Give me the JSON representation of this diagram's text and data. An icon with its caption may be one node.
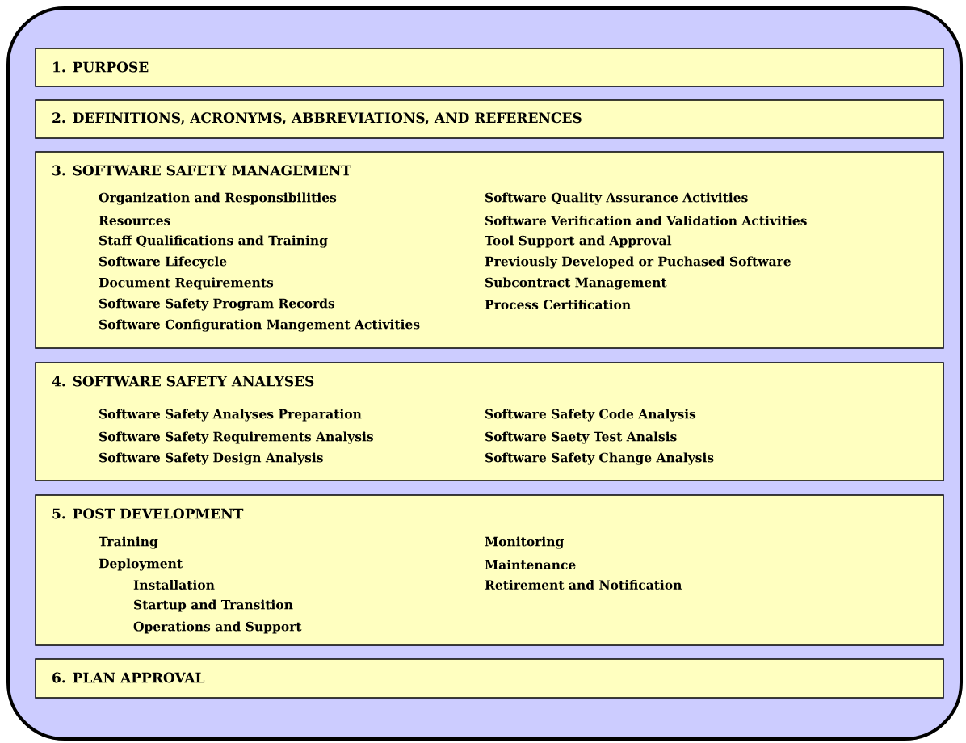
{
  "diagram": {
    "nodes": [
      {
        "text": [],
        "shape": "box"
      },
      {
        "text": [
          "1. PURPOSE"
        ],
        "in": 0
      },
      {
        "text": [
          "2.  DEFINITIONS, ACRONYMS, ABBREVIATIONS, AND REFERENCES"
        ],
        "in": 0
      },
      {
        "text": [
          "3.  SOFTWARE SAFETY MANAGEMENT",
          "Organization and Responsibilities",
          "Resources",
          "Staff Qualifications and Training",
          "Software Lifecycle",
          "Document Requirements",
          "Software Safety Program Records",
          "Software Configuration Mangement Activities",
          "Software Quality Assurance Activities",
          "Software Verification and Validation Activities",
          "Tool Support and Approval",
          "Previously Developed or Puchased Software",
          "Subcontract Management",
          "Process Certification"
        ],
        "in": 0
      },
      {
        "text": [
          "4.  SOFTWARE SAFETY ANALYSES",
          "Software Safety Analyses Preparation",
          "Software Safety Requirements Analysis",
          "Software Safety Design Analysis",
          "Software Safety Code Analysis",
          "Software Saety Test Analsis",
          "Software Safety Change Analysis"
        ],
        "in": 0
      },
      {
        "text": [
          "5.  POST DEVELOPMENT",
          "Training",
          "Deployment",
          "Installation",
          "Startup and Transition",
          "Operations and Support",
          "Monitoring",
          "Maintenance",
          "Retirement and Notification"
        ],
        "in": 0
      },
      {
        "text": [
          "6.  PLAN APPROVAL"
        ],
        "in": 0
      }
    ]
  }
}
